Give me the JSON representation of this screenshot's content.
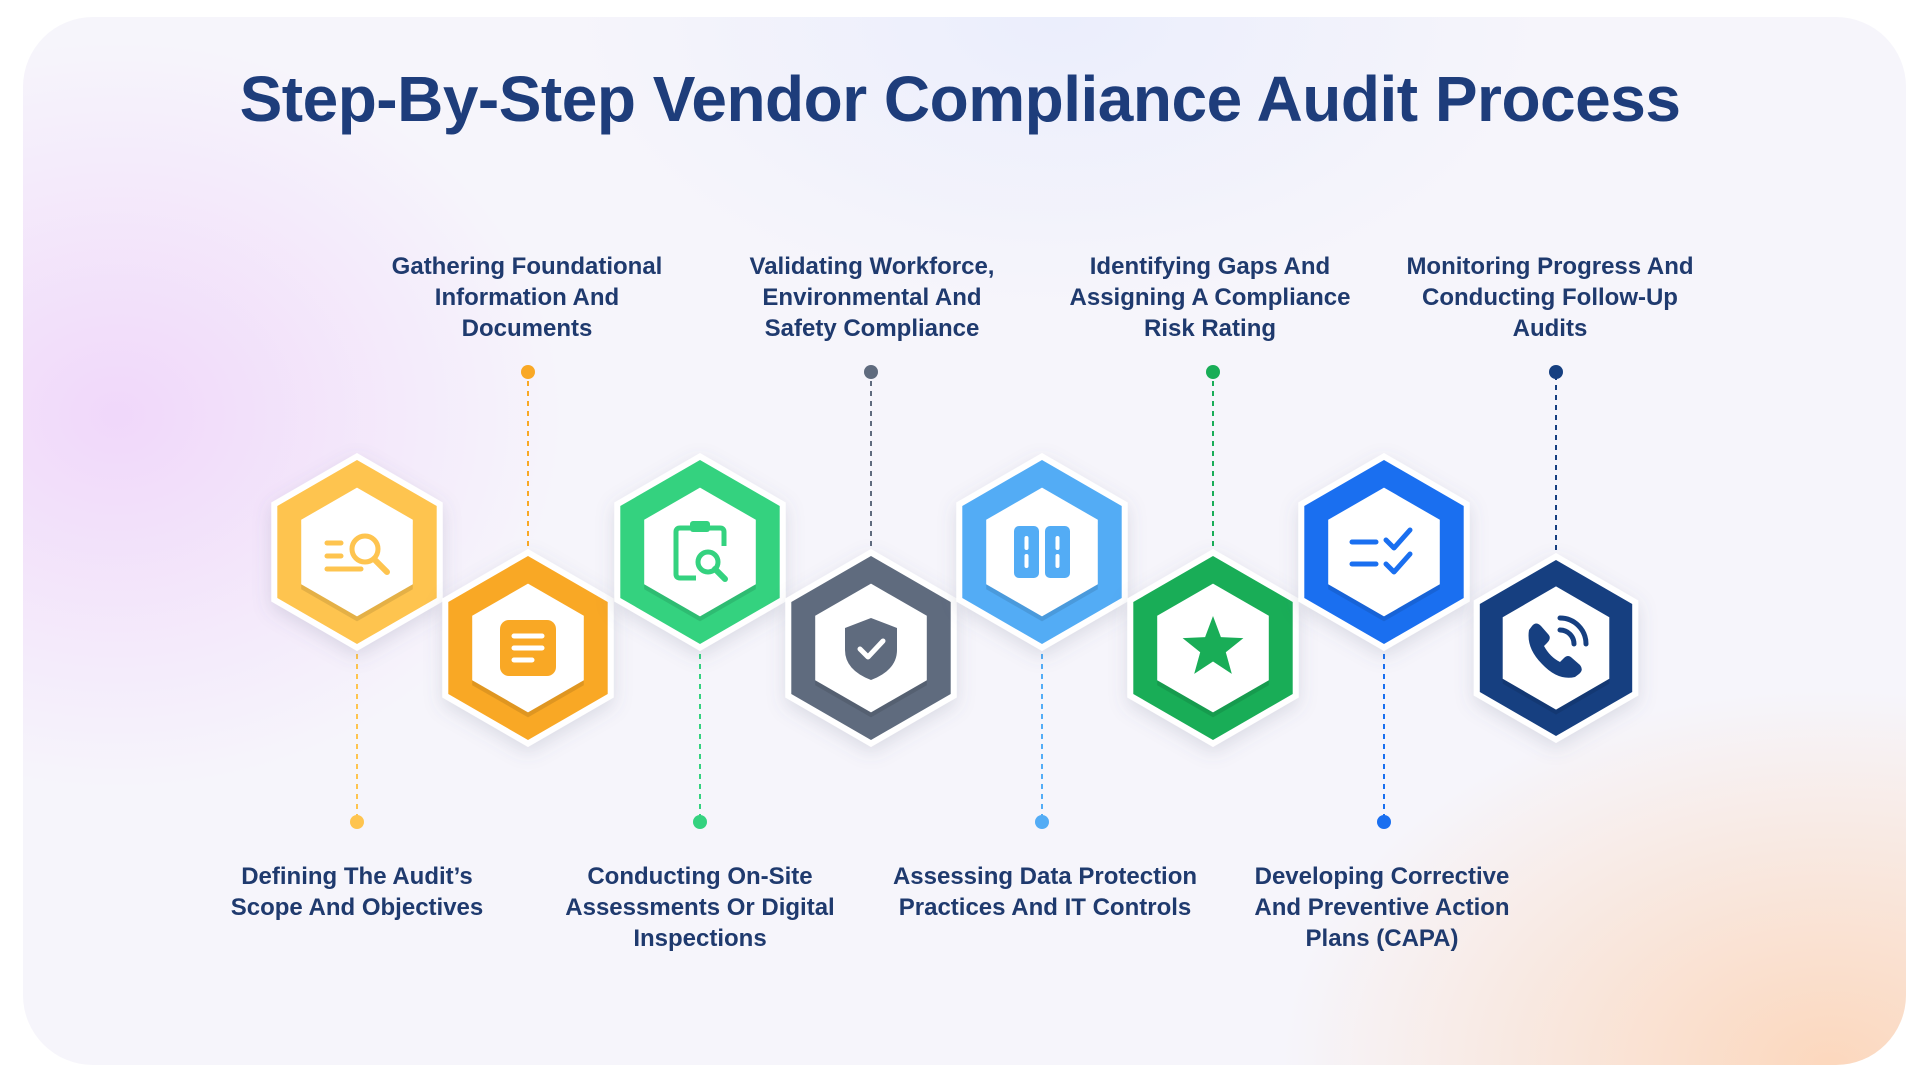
{
  "title": "Step-By-Step Vendor Compliance Audit Process",
  "steps": [
    {
      "label": "Defining The Audit’s Scope And Objectives",
      "color": "#fec44f",
      "icon": "search-list-icon"
    },
    {
      "label": "Gathering Foundational Information And Documents",
      "color": "#f9a825",
      "icon": "document-icon"
    },
    {
      "label": "Conducting On-Site Assessments Or Digital Inspections",
      "color": "#34d27f",
      "icon": "clipboard-search-icon"
    },
    {
      "label": "Validating Workforce, Environmental And Safety Compliance",
      "color": "#5f6b7e",
      "icon": "shield-check-icon"
    },
    {
      "label": "Assessing Data Protection Practices And IT Controls",
      "color": "#53acf5",
      "icon": "server-icon"
    },
    {
      "label": "Identifying Gaps And Assigning A Compliance Risk Rating",
      "color": "#19ad57",
      "icon": "star-icon"
    },
    {
      "label": "Developing Corrective And Preventive Action Plans (CAPA)",
      "color": "#1a6ff0",
      "icon": "checklist-icon"
    },
    {
      "label": "Monitoring Progress And Conducting Follow-Up Audits",
      "color": "#163f80",
      "icon": "phone-call-icon"
    }
  ]
}
